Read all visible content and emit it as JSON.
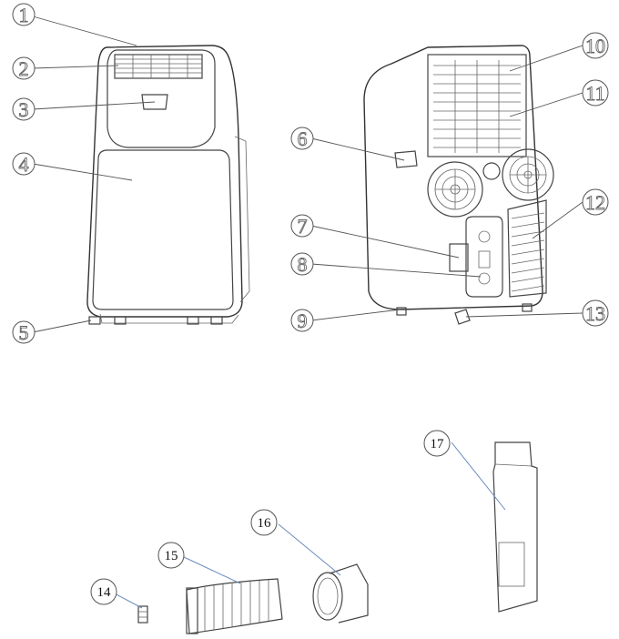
{
  "callouts": {
    "c1": "1",
    "c2": "2",
    "c3": "3",
    "c4": "4",
    "c5": "5",
    "c6": "6",
    "c7": "7",
    "c8": "8",
    "c9": "9",
    "c10": "10",
    "c11": "11",
    "c12": "12",
    "c13": "13",
    "c14": "14",
    "c15": "15",
    "c16": "16",
    "c17": "17"
  },
  "colors": {
    "line": "#333333",
    "leader_blue": "#6a8bbd",
    "background": "#ffffff"
  }
}
